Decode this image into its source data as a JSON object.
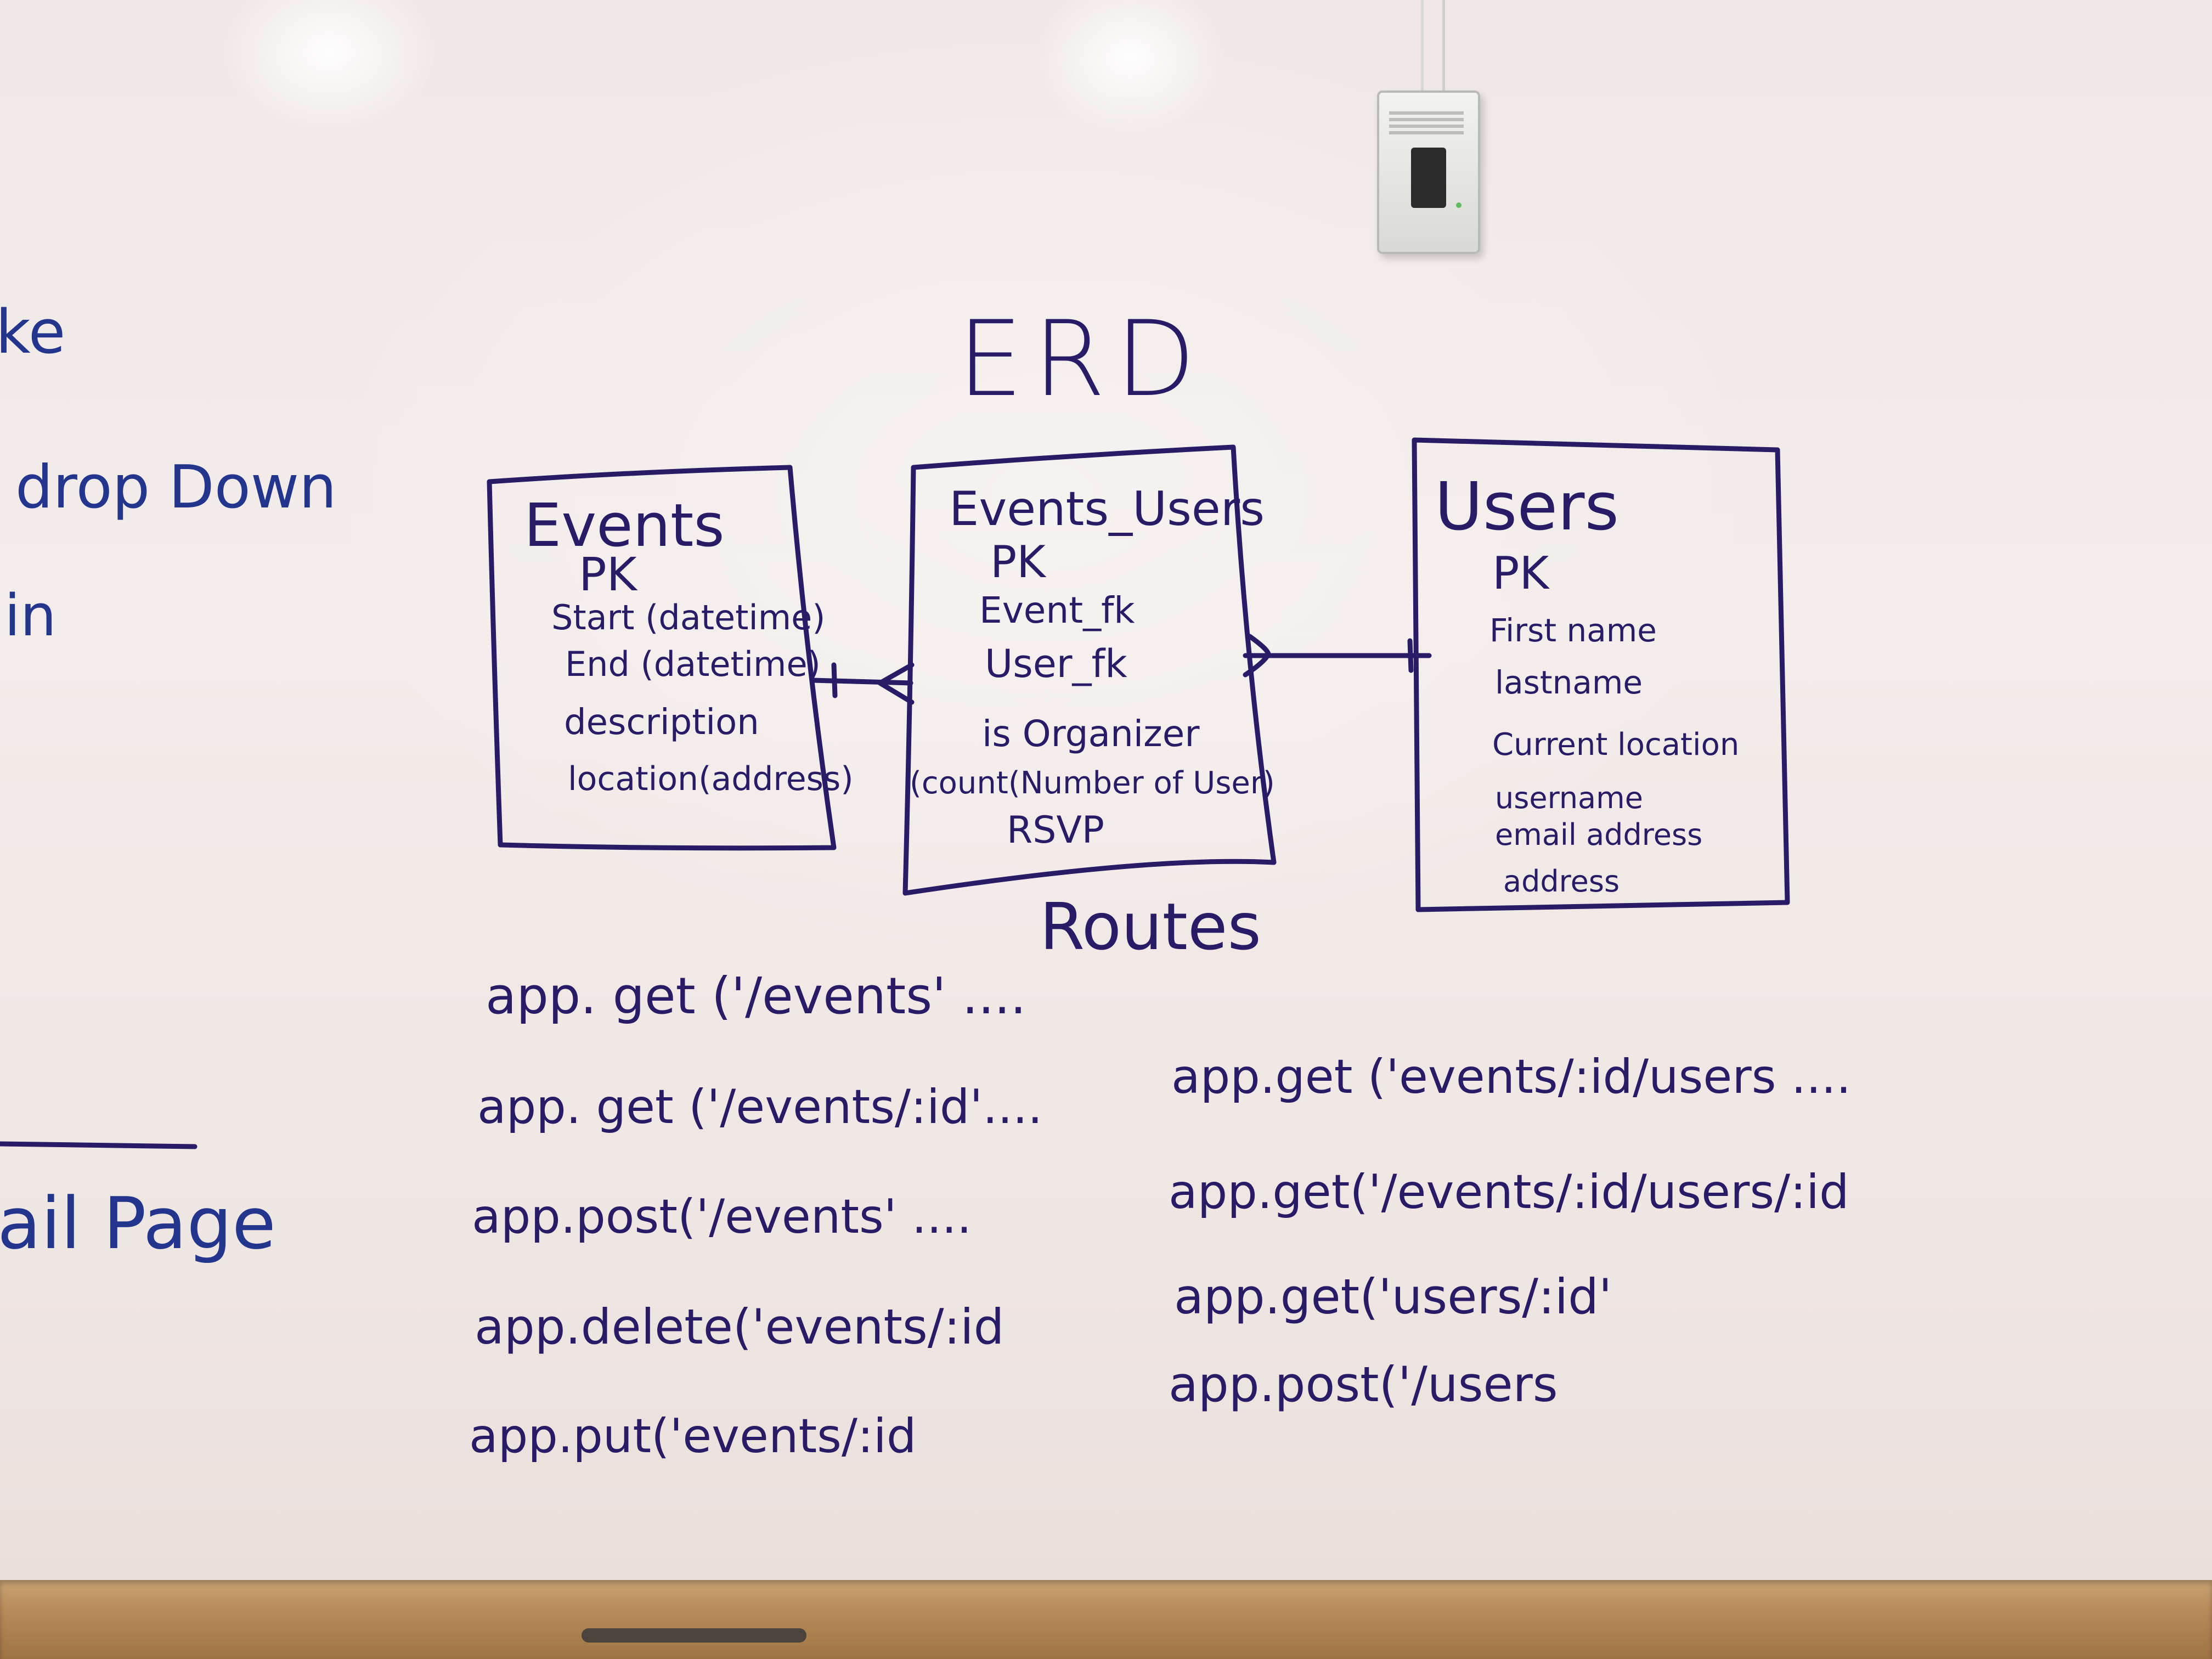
{
  "diagram": {
    "title": "ERD",
    "entities": [
      {
        "name": "Events",
        "fields": [
          "PK",
          "Start (datetime)",
          "End (datetime)",
          "description",
          "location(address)"
        ]
      },
      {
        "name": "Events_Users",
        "fields": [
          "PK",
          "Event_fk",
          "User_fk",
          "is Organizer",
          "(count(Number of User)",
          "RSVP"
        ]
      },
      {
        "name": "Users",
        "fields": [
          "PK",
          "First name",
          "lastname",
          "Current location",
          "username",
          "email address",
          "address"
        ]
      }
    ],
    "routes_heading": "Routes",
    "routes_left": [
      "app. get ('/events' ....",
      "app. get ('/events/:id'....",
      "app.post('/events' ....",
      "app.delete('events/:id",
      "app.put('events/:id"
    ],
    "routes_right": [
      "app.get ('events/:id/users ....",
      "app.get('/events/:id/users/:id",
      "app.get('users/:id'",
      "app.post('/users"
    ]
  },
  "margin_notes": [
    "ke",
    "drop Down",
    "in",
    "ail Page"
  ],
  "colors": {
    "ink": "#2a1b66",
    "blue_ink": "#23358c",
    "board": "#efe9e6",
    "tray": "#b98d5b"
  }
}
